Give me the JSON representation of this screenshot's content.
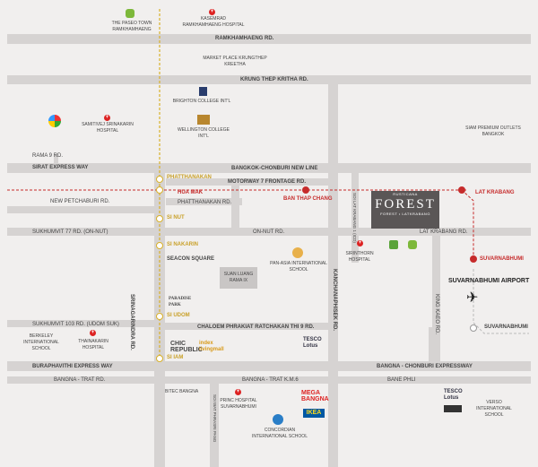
{
  "roads": {
    "ramkhamhaeng": "RAMKHAMHAENG RD.",
    "krungthep_kritha": "KRUNG THEP KRITHA RD.",
    "rama9": "RAMA 9 RD.",
    "sirat": "SIRAT EXPRESS WAY",
    "bangkok_chonburi": "BANGKOK-CHONBURI NEW LINE",
    "motorway7": "MOTORWAY 7 FRONTAGE RD.",
    "new_petchaburi": "NEW PETCHABURI RD.",
    "phatthanakan_rd": "PHATTHANAKAN RD.",
    "sukhumvit77": "SUKHUMVIT 77 RD. (ON-NUT)",
    "onnut": "ON-NUT RD.",
    "lat_krabang_rd": "LAT KRABANG RD.",
    "sukhumvit103": "SUKHUMVIT 103 RD. (UDOM SUK)",
    "chaloem": "CHALOEM PHRAKIAT RATCHAKAN THI 9 RD.",
    "burapha": "BURAPHAVITHI EXPRESS WAY",
    "bangna_chonburi": "BANGNA - CHONBURI EXPRESSWAY",
    "bangna_trat": "BANGNA - TRAT RD.",
    "bangna_trat_km6": "BANGNA - TRAT K.M.6",
    "bane_phli": "BANE PHLI",
    "srinagarindra": "SRINAGARINDRA RD.",
    "kanchanaphisek": "KANCHANAPHISEK RD.",
    "soi_lat_krabang": "SOI LAT KRABANG 1 (ICD)",
    "king_kaeo": "KING KAEO RD.",
    "soi_wat_phrasri": "SOI WAT PHRASRI PANG"
  },
  "stations": {
    "phatthanakan": "PHATTHANAKAN",
    "hua_mak": "HUA MAK",
    "ban_thap_chang": "BAN THAP CHANG",
    "lat_krabang": "LAT KRABANG",
    "suvarnabhumi_stn": "SUVARNABHUMI",
    "si_nut": "SI NUT",
    "si_nakarin": "SI NAKARIN",
    "si_udom": "SI UDOM",
    "si_iam": "SI IAM",
    "suvarnabhumi_line": "SUVARNABHUMI"
  },
  "places": {
    "paseo": "THE PASEO TOWN RAMKHAMHAENG",
    "kasemrad": "KASEMRAD RAMKHAMHAENG HOSPITAL",
    "market_place": "MARKET PLACE KRUNGTHEP KREETHA",
    "brighton": "BRIGHTON COLLEGE INT'L",
    "wellington": "WELLINGTON COLLEGE INT'L",
    "samitivej": "SAMITIVEJ SRINAKARIN HOSPITAL",
    "siam_premium": "SIAM PREMIUM OUTLETS BANGKOK",
    "seacon": "SEACON SQUARE",
    "suan_luang": "SUAN LUANG RAMA IX",
    "paradise": "PARADISE PARK",
    "pan_asia": "PAN-ASIA INTERNATIONAL SCHOOL",
    "sirinthorn": "SIRINTHORN HOSPITAL",
    "airport": "SUVARNABHUMI AIRPORT",
    "berkeley": "BERKELEY INTERNATIONAL SCHOOL",
    "thainakarin": "THAINAKARIN HOSPITAL",
    "chic": "CHIC REPUBLIC",
    "index": "index livingmall",
    "tesco1": "TESCO Lotus",
    "bitec": "BITEC BANGNA",
    "princ": "PRINC HOSPITAL SUVARNABHUMI",
    "mega": "MEGA BANGNA",
    "ikea": "IKEA",
    "concordian": "CONCORDIAN INTERNATIONAL SCHOOL",
    "tesco2": "TESCO Lotus",
    "verso": "VERSO INTERNATIONAL SCHOOL"
  },
  "project": {
    "subtitle_top": "RUSTICANA",
    "name": "FOREST",
    "subtitle_bottom": "FOREST • LATKRABANG"
  },
  "colors": {
    "bts_line": "#d9b12a",
    "arl_line": "#c62b2b",
    "road": "#d6d3d2",
    "background": "#f1efee"
  }
}
